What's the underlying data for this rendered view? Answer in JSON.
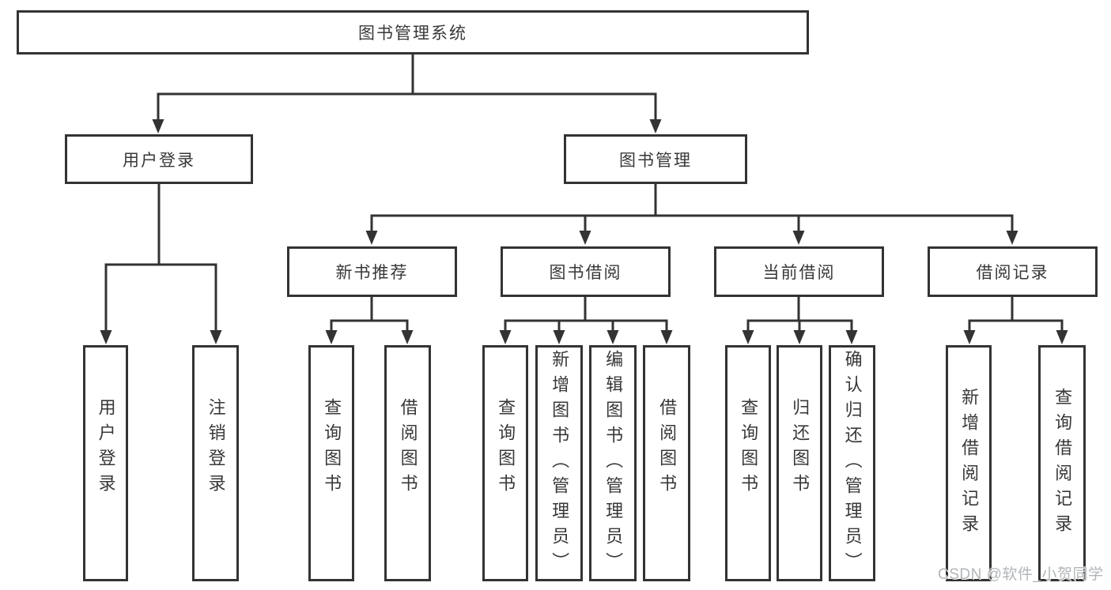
{
  "diagram": {
    "nodes": {
      "root": {
        "label": "图书管理系统"
      },
      "user_login": {
        "label": "用户登录"
      },
      "book_management": {
        "label": "图书管理"
      },
      "new_book_recommend": {
        "label": "新书推荐"
      },
      "book_borrowing": {
        "label": "图书借阅"
      },
      "current_borrowing": {
        "label": "当前借阅"
      },
      "borrowing_records": {
        "label": "借阅记录"
      },
      "leaf_user_login": {
        "label": "用户登录"
      },
      "leaf_logout": {
        "label": "注销登录"
      },
      "leaf_recommend_query_books": {
        "label": "查询图书"
      },
      "leaf_recommend_borrow_books": {
        "label": "借阅图书"
      },
      "leaf_borrowing_query_books": {
        "label": "查询图书"
      },
      "leaf_borrowing_add_books": {
        "label": "新增图书（管理员）"
      },
      "leaf_borrowing_edit_books": {
        "label": "编辑图书（管理员）"
      },
      "leaf_borrowing_borrow_books": {
        "label": "借阅图书"
      },
      "leaf_current_query_books": {
        "label": "查询图书"
      },
      "leaf_current_return_books": {
        "label": "归还图书"
      },
      "leaf_current_confirm_return": {
        "label": "确认归还（管理员）"
      },
      "leaf_records_add_record": {
        "label": "新增借阅记录"
      },
      "leaf_records_query_record": {
        "label": "查询借阅记录"
      }
    },
    "colors": {
      "line": "#333333",
      "box_border": "#333333",
      "text": "#383838",
      "watermark": "#b2b5b8",
      "background": "#ffffff"
    }
  },
  "watermark": {
    "text": "CSDN @软件_小贺同学"
  }
}
